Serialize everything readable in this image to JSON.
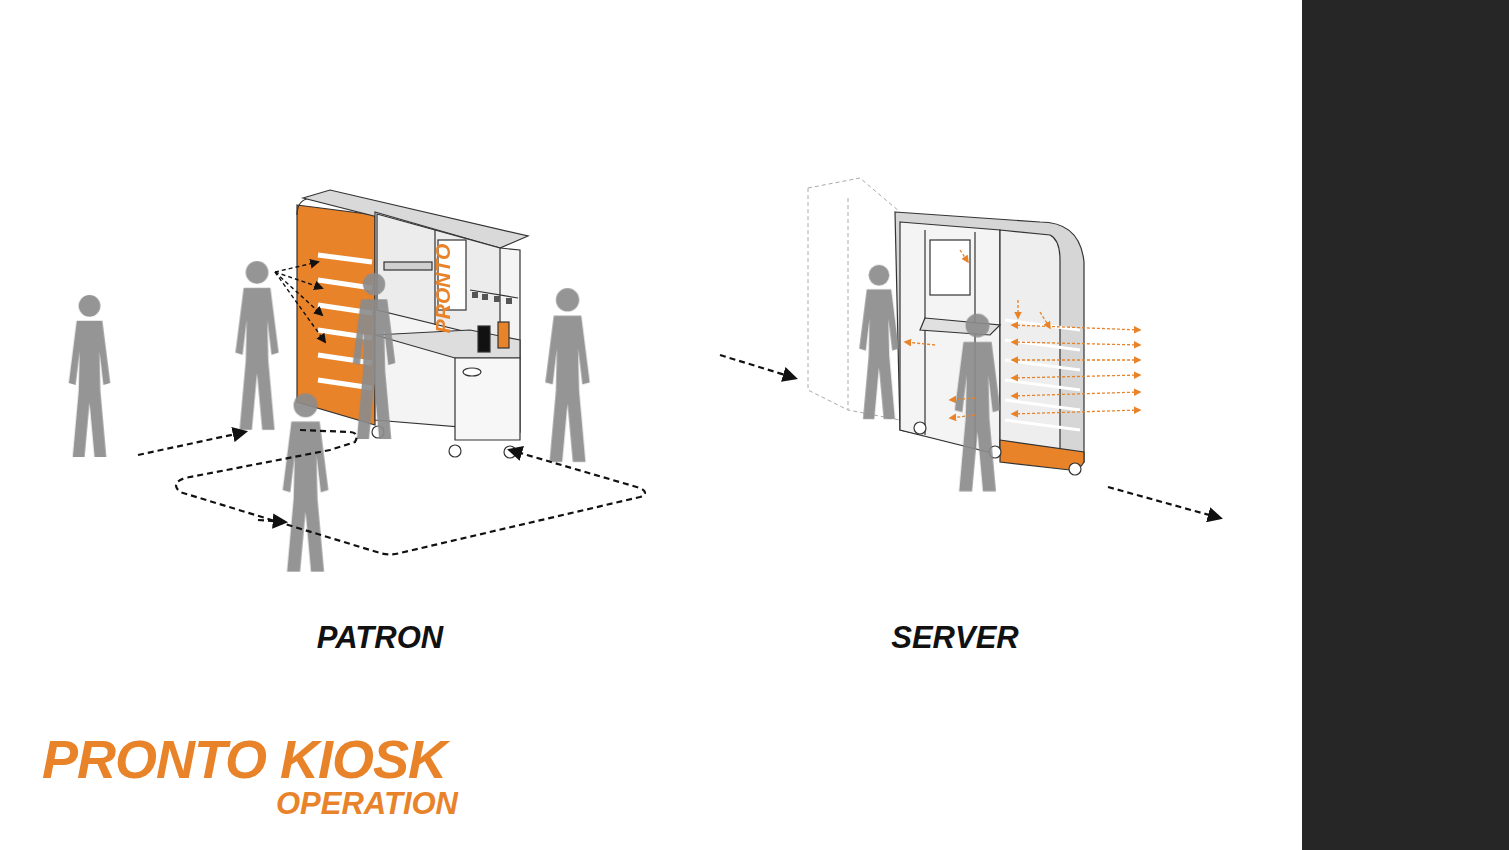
{
  "diagram": {
    "title": "PRONTO KIOSK",
    "labels": [
      "PRONTO",
      "PATRON",
      "SERVER",
      "OPERATION"
    ]
  }
}
